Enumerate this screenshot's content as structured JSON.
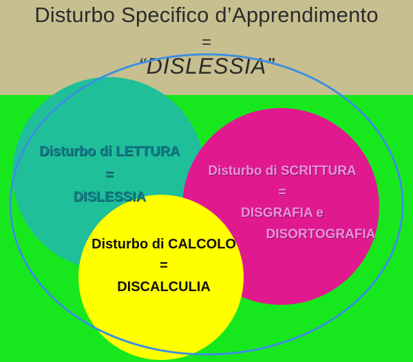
{
  "header": {
    "title": "Disturbo Specifico d’Apprendimento",
    "equals": "=",
    "subtitle": "“DISLESSIA”"
  },
  "sets": {
    "reading": {
      "line1": "Disturbo di LETTURA",
      "equals": "=",
      "line2": "DISLESSIA",
      "color": "#1fbf9a"
    },
    "writing": {
      "line1": "Disturbo di SCRITTURA",
      "equals": "=",
      "line2": "DISGRAFIA e",
      "line3": "DISORTOGRAFIA",
      "color": "#e0198f"
    },
    "calc": {
      "line1": "Disturbo di CALCOLO",
      "equals": "=",
      "line2": "DISCALCULIA",
      "color": "#ffff00"
    }
  },
  "colors": {
    "banner": "#c7bf90",
    "background": "#17e81d",
    "outline": "#3b8fe0"
  }
}
